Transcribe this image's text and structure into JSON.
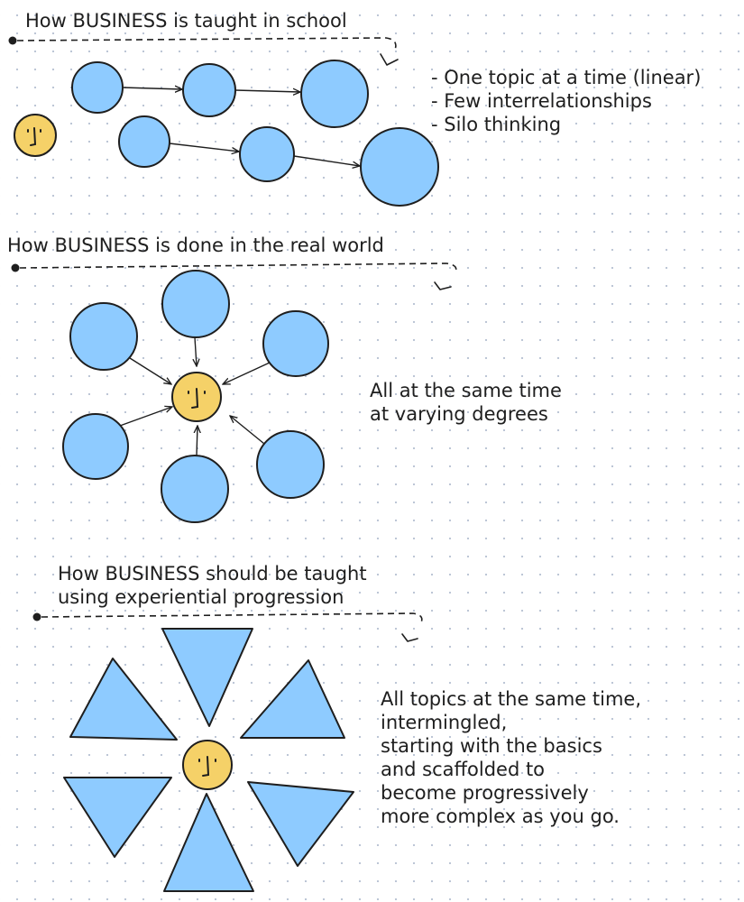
{
  "sections": [
    {
      "title_lines": [
        "How BUSINESS is taught in school"
      ],
      "notes": [
        "- One topic at a time (linear)",
        "- Few interrelationships",
        "- Silo thinking"
      ]
    },
    {
      "title_lines": [
        "How BUSINESS is done in the real world"
      ],
      "notes": [
        "All at the same time",
        "at varying degrees"
      ]
    },
    {
      "title_lines": [
        "How BUSINESS should be taught",
        "using experiential progression"
      ],
      "notes": [
        "All topics at the same time,",
        "intermingled,",
        "starting with the basics",
        "and scaffolded to",
        "become progressively",
        "more complex as you go."
      ]
    }
  ],
  "colors": {
    "topic_fill": "#8ecbff",
    "face_fill": "#f5d168",
    "stroke": "#1e1e1e"
  },
  "icons": [
    "face-icon",
    "topic-circle",
    "topic-triangle",
    "arrow"
  ]
}
